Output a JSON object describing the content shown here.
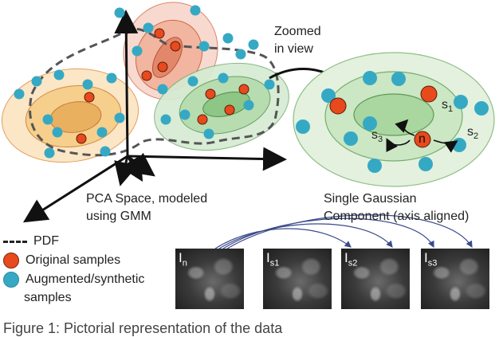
{
  "labels": {
    "zoomed_1": "Zoomed",
    "zoomed_2": "in view",
    "pca_1": "PCA Space, modeled",
    "pca_2": "using GMM",
    "single_1": "Single Gaussian",
    "single_2": "Component (axis aligned)",
    "s1": "s",
    "s1_sub": "1",
    "s2": "s",
    "s2_sub": "2",
    "s3": "s",
    "s3_sub": "3",
    "n": "n"
  },
  "legend": {
    "pdf": "PDF",
    "original": "Original samples",
    "augmented_1": "Augmented/synthetic",
    "augmented_2": "samples"
  },
  "thumbnails": [
    {
      "main": "I",
      "sub": "n"
    },
    {
      "main": "I",
      "sub": "s1"
    },
    {
      "main": "I",
      "sub": "s2"
    },
    {
      "main": "I",
      "sub": "s3"
    }
  ],
  "caption": "Figure 1: Pictorial representation of the data"
}
